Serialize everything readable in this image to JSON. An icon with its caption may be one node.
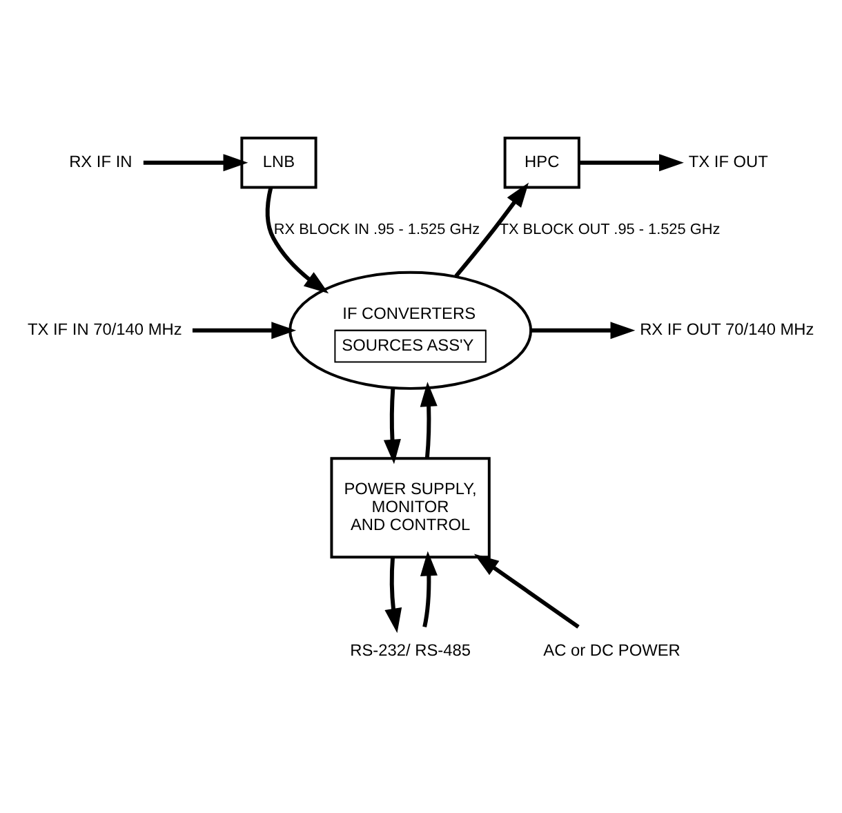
{
  "diagram": {
    "nodes": [
      {
        "text": [
          "RX IF IN"
        ]
      },
      {
        "text": [
          "LNB"
        ]
      },
      {
        "text": [
          "HPC"
        ]
      },
      {
        "text": [
          "TX IF OUT"
        ]
      },
      {
        "text": [
          "IF CONVERTERS",
          "SOURCES ASS'Y"
        ]
      },
      {
        "text": [
          "RX IF OUT 70/140 MHz"
        ]
      },
      {
        "text": [
          "TX IF IN 70/140 MHz"
        ]
      },
      {
        "text": [
          "POWER SUPPLY, MONITOR AND CONTROL"
        ]
      },
      {
        "text": [
          "RS-232/ RS-485"
        ]
      },
      {
        "text": [
          "AC or DC POWER"
        ]
      }
    ],
    "edges": [
      {
        "from": 0,
        "to": 1,
        "arrow": "to"
      },
      {
        "from": 2,
        "to": 3,
        "arrow": "to"
      },
      {
        "from": 1,
        "to": 4,
        "arrow": "to",
        "label": "RX BLOCK IN .95 - 1.525 GHz"
      },
      {
        "from": 4,
        "to": 2,
        "arrow": "to",
        "label": "TX BLOCK OUT .95 - 1.525 GHz"
      },
      {
        "from": 4,
        "to": 5,
        "arrow": "to"
      },
      {
        "from": 6,
        "to": 4,
        "arrow": "to"
      },
      {
        "from": 4,
        "to": 7,
        "arrow": "to"
      },
      {
        "from": 7,
        "to": 4,
        "arrow": "to"
      },
      {
        "from": 8,
        "to": 7,
        "arrow": "to"
      },
      {
        "from": 7,
        "to": 8,
        "arrow": "to"
      },
      {
        "from": 9,
        "to": 7,
        "arrow": "to"
      }
    ]
  }
}
